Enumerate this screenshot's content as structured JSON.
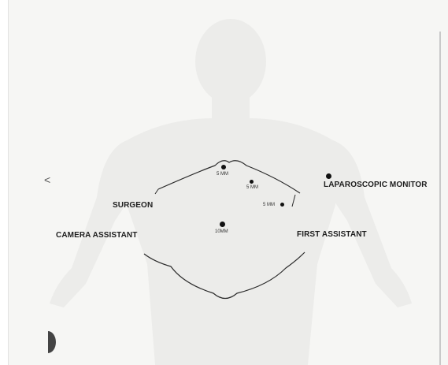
{
  "labels": {
    "surgeon": "SURGEON",
    "camera_assistant": "CAMERA ASSISTANT",
    "first_assistant": "FIRST ASSISTANT",
    "laparoscopic_monitor": "LAPAROSCOPIC MONITOR"
  },
  "ports": {
    "top": "5 MM",
    "right_upper": "5 MM",
    "right_lateral": "5 MM",
    "umbilical": "10MM"
  },
  "nav": {
    "back_glyph": "<"
  },
  "colors": {
    "skin": "#ececea",
    "ink": "#1d1d1d",
    "background": "#f6f6f4"
  }
}
